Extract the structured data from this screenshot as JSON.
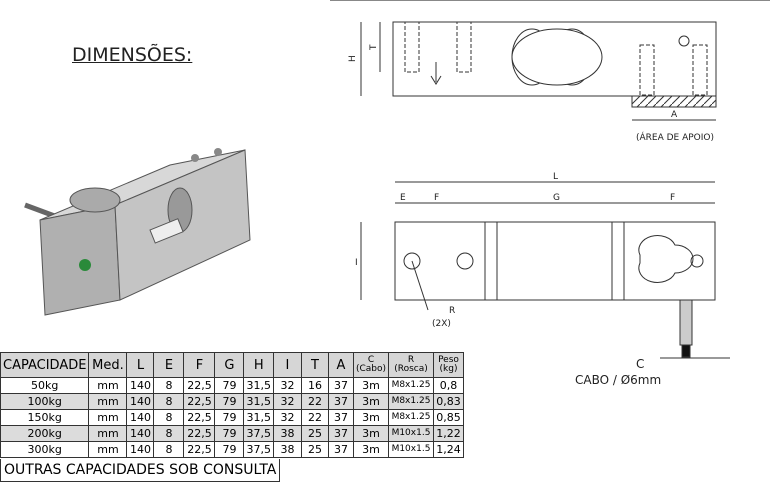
{
  "title": "DIMENSÕES:",
  "side_view": {
    "labels": {
      "H": "H",
      "T": "T",
      "A": "A",
      "apoio": "(ÁREA DE APOIO)"
    }
  },
  "top_view": {
    "labels": {
      "L": "L",
      "E": "E",
      "F": "F",
      "G": "G",
      "F2": "F",
      "I": "I",
      "R": "R",
      "R2x": "(2X)",
      "C": "C",
      "cabo": "CABO / Ø6mm"
    }
  },
  "table": {
    "headers": [
      "CAPACIDADE",
      "Med.",
      "L",
      "E",
      "F",
      "G",
      "H",
      "I",
      "T",
      "A",
      "C\n(Cabo)",
      "R\n(Rosca)",
      "Peso\n(kg)"
    ],
    "header_c": [
      "C",
      "(Cabo)"
    ],
    "header_r": [
      "R",
      "(Rosca)"
    ],
    "header_peso": [
      "Peso",
      "(kg)"
    ],
    "rows": [
      [
        "50kg",
        "mm",
        "140",
        "8",
        "22,5",
        "79",
        "31,5",
        "32",
        "16",
        "37",
        "3m",
        "M8x1.25",
        "0,8"
      ],
      [
        "100kg",
        "mm",
        "140",
        "8",
        "22,5",
        "79",
        "31,5",
        "32",
        "22",
        "37",
        "3m",
        "M8x1.25",
        "0,83"
      ],
      [
        "150kg",
        "mm",
        "140",
        "8",
        "22,5",
        "79",
        "31,5",
        "32",
        "22",
        "37",
        "3m",
        "M8x1.25",
        "0,85"
      ],
      [
        "200kg",
        "mm",
        "140",
        "8",
        "22,5",
        "79",
        "37,5",
        "38",
        "25",
        "37",
        "3m",
        "M10x1.5",
        "1,22"
      ],
      [
        "300kg",
        "mm",
        "140",
        "8",
        "22,5",
        "79",
        "37,5",
        "38",
        "25",
        "37",
        "3m",
        "M10x1.5",
        "1,24"
      ]
    ],
    "footer": "OUTRAS CAPACIDADES SOB CONSULTA"
  }
}
